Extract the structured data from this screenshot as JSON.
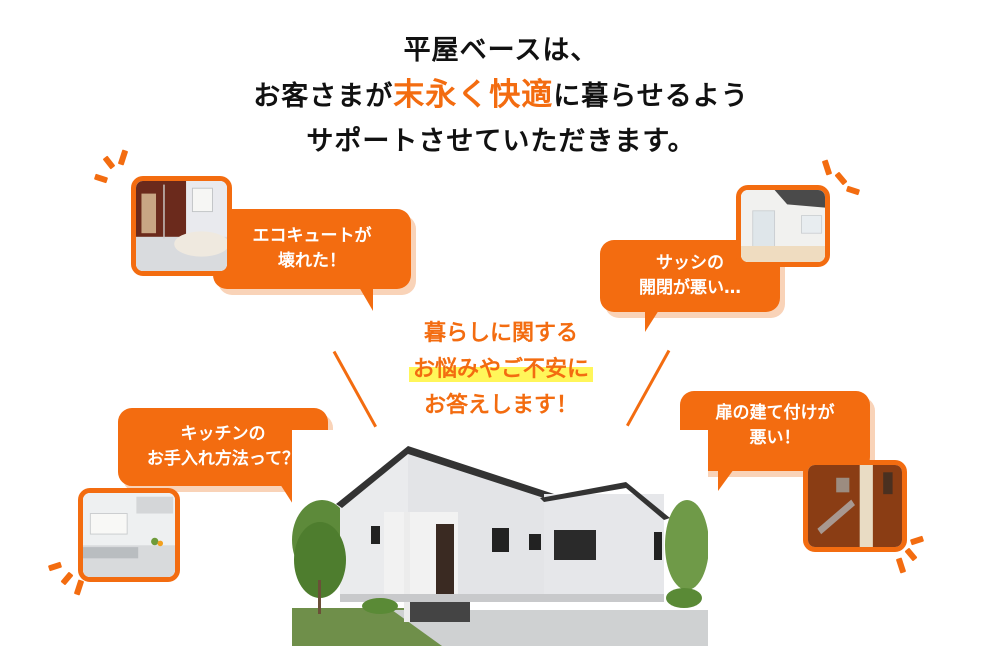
{
  "headline": {
    "line1": "平屋ベースは、",
    "line2_prefix": "お客さまが",
    "line2_accent": "末永く快適",
    "line2_suffix": "に暮らせるよう",
    "line3": "サポートさせていただきます。"
  },
  "bubbles": [
    {
      "id": "ecocute",
      "line1": "エコキュートが",
      "line2": "壊れた！",
      "photo": "bathroom-photo"
    },
    {
      "id": "sash",
      "line1": "サッシの",
      "line2": "開閉が悪い…",
      "photo": "room-sash-photo"
    },
    {
      "id": "kitchen",
      "line1": "キッチンの",
      "line2": "お手入れ方法って？",
      "photo": "kitchen-photo"
    },
    {
      "id": "door",
      "line1": "扉の建て付けが",
      "line2": "悪い！",
      "photo": "door-handle-photo"
    }
  ],
  "center": {
    "line1": "暮らしに関する",
    "line2": "お悩みやご不安に",
    "line3": "お答えします！"
  },
  "colors": {
    "accent": "#f36c10",
    "accent_shadow": "#f9d3b8",
    "highlight": "#fff65a",
    "text": "#111111"
  }
}
